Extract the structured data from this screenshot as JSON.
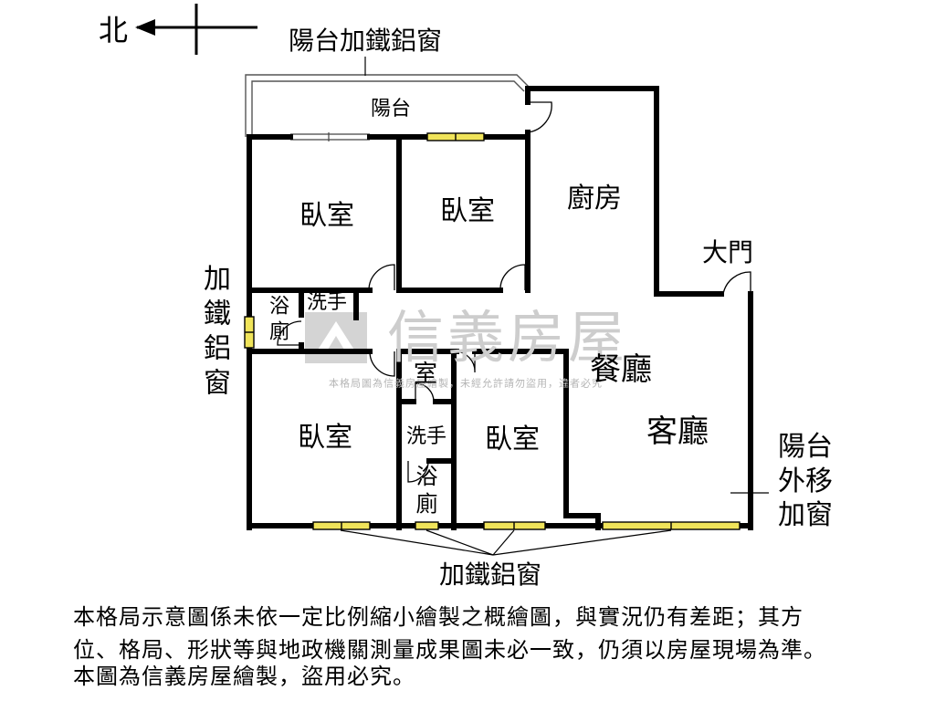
{
  "compass": {
    "north_label": "北"
  },
  "callouts": {
    "balcony_window_top": "陽台加鐵鋁窗",
    "left_window": "加鐵鋁窗",
    "bottom_windows": "加鐵鋁窗",
    "balcony_extension": [
      "陽台",
      "外移",
      "加窗"
    ],
    "main_door": "大門"
  },
  "rooms": {
    "balcony": "陽台",
    "bedroom_1": "臥室",
    "bedroom_2": "臥室",
    "kitchen": "廚房",
    "bath_1": "浴廁",
    "washroom_1": "洗手",
    "dining": "餐廳",
    "storage": "室",
    "bedroom_3": "臥室",
    "washroom_2": "洗手",
    "bedroom_4": "臥室",
    "living": "客廳",
    "bath_2": "浴廁"
  },
  "watermark": {
    "brand": "信義房屋",
    "notice": "本格局圖為信義房屋繪製，未經允許請勿盜用，違者必究"
  },
  "disclaimer": [
    "本格局示意圖係未依一定比例縮小繪製之概繪圖，與實況仍有差距；其方",
    "位、格局、形狀等與地政機關測量成果圖未必一致，仍須以房屋現場為準。",
    "本圖為信義房屋繪製，盜用必究。"
  ],
  "colors": {
    "wall": "#000000",
    "window": "#f0e45a",
    "watermark": "#cdcdcd"
  }
}
